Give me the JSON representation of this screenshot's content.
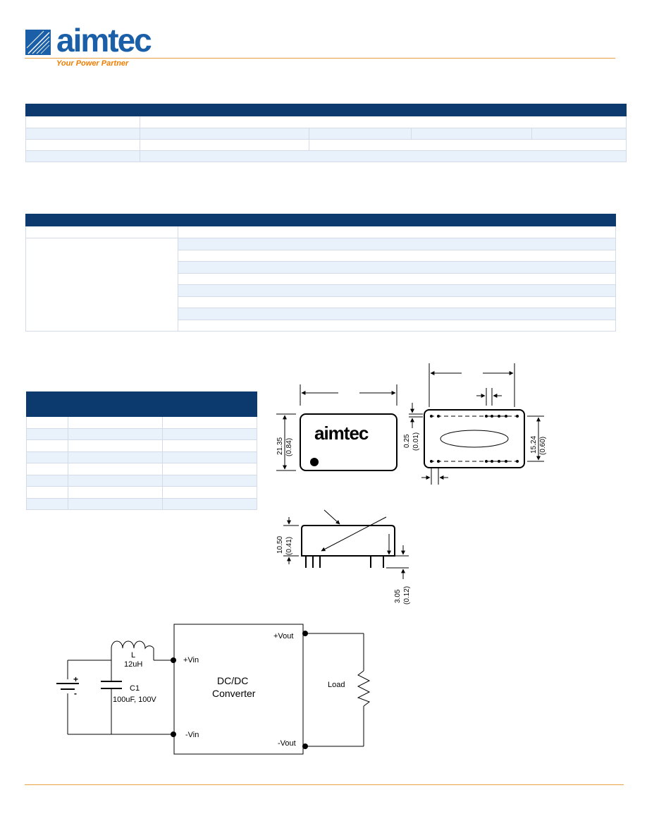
{
  "header": {
    "brand": "aimtec",
    "tagline": "Your Power Partner",
    "colors": {
      "brand_blue": "#1a5fa8",
      "accent_orange": "#f07d00",
      "table_header": "#0d3a6e",
      "row_tint": "#e9f1fb"
    }
  },
  "drawing": {
    "module_brand": "aimtec",
    "dims": {
      "d1": "21.35",
      "d1_in": "(0.84)",
      "d2": "0.25",
      "d2_in": "(0.01)",
      "d3": "15.24",
      "d3_in": "(0.60)",
      "d4": "10.50",
      "d4_in": "(0.41)",
      "d5": "3.05",
      "d5_in": "(0.12)"
    }
  },
  "circuit": {
    "inductor_name": "L",
    "inductor_value": "12uH",
    "cap_name": "C1",
    "cap_value": "100uF, 100V",
    "battery_plus": "+",
    "battery_minus": "-",
    "vin_plus": "+Vin",
    "vin_minus": "-Vin",
    "vout_plus": "+Vout",
    "vout_minus": "-Vout",
    "converter_line1": "DC/DC",
    "converter_line2": "Converter",
    "load": "Load"
  }
}
